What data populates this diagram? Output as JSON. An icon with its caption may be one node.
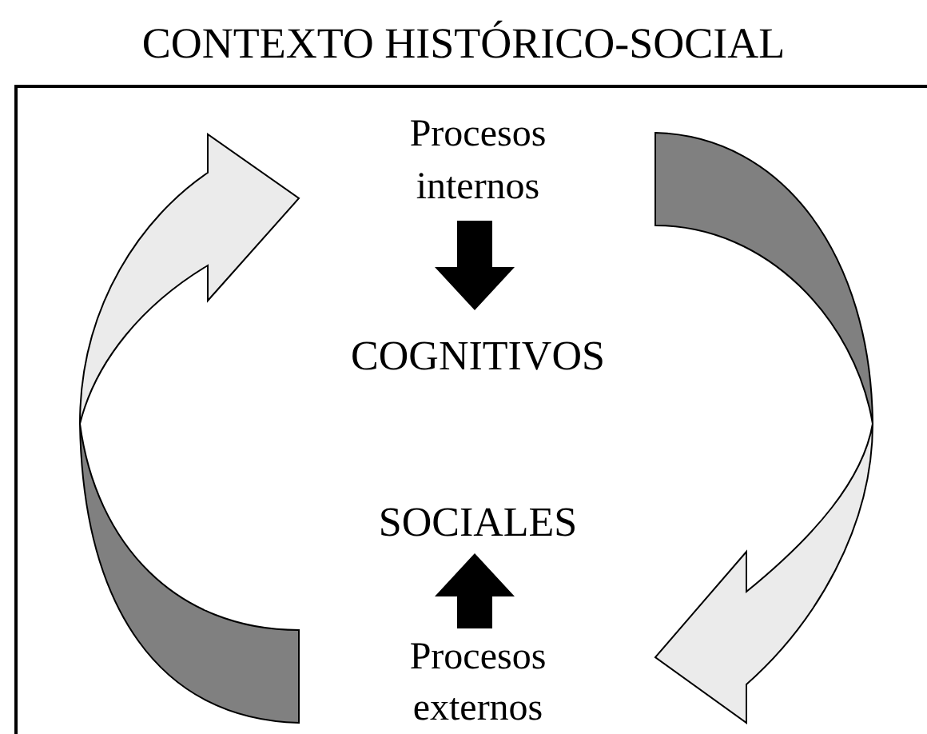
{
  "diagram": {
    "nodes": [
      {
        "text": [
          "CONTEXTO HISTÓRICO-SOCIAL"
        ]
      },
      {
        "text": [
          "Procesos internos"
        ],
        "in": 0
      },
      {
        "text": [
          "COGNITIVOS"
        ],
        "in": 0
      },
      {
        "text": [
          "SOCIALES"
        ],
        "in": 0
      },
      {
        "text": [
          "Procesos externos"
        ],
        "in": 0
      }
    ],
    "edges": [
      {
        "from": 1,
        "to": 2,
        "arrow": "to"
      },
      {
        "from": 4,
        "to": 3,
        "arrow": "to"
      }
    ]
  }
}
